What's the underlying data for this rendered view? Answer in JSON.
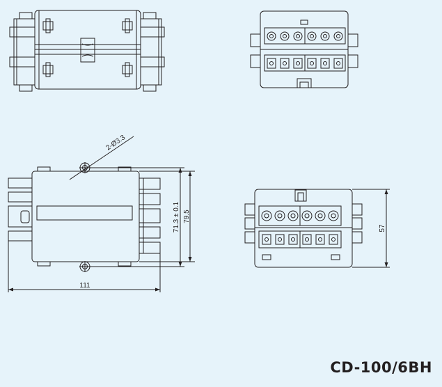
{
  "drawing": {
    "part_number": "CD-100/6BH",
    "colors": {
      "background": "#e6f3fa",
      "line": "#231f20"
    },
    "views": [
      "top-view",
      "front-view",
      "side-view",
      "end-view"
    ],
    "dimensions": {
      "hole_callout": "2-Ø3.3",
      "mount_pitch": "71.3 ± 0.1",
      "overall_height": "79.5",
      "overall_length": "111",
      "end_height": "57"
    }
  }
}
